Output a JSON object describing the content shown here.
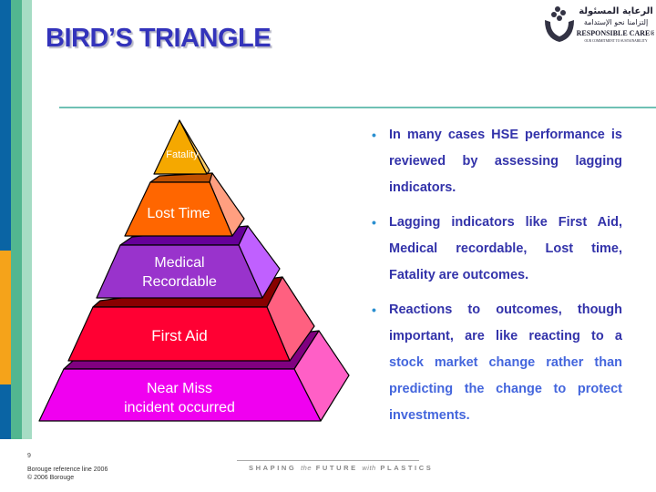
{
  "slide": {
    "title": "BIRD’S TRIANGLE",
    "page_number": "9",
    "footer_ref": "Borouge reference line 2006",
    "footer_copyright": "© 2006 Borouge",
    "tagline": {
      "w1": "SHAPING",
      "w2": "the",
      "w3": "FUTURE",
      "w4": "with",
      "w5": "PLASTICS"
    },
    "logo": {
      "arabic_line1": "الرعاية المسئولة",
      "arabic_line2": "إلتزامنا نحو الإستدامة",
      "name": "RESPONSIBLE CARE®",
      "subtitle": "OUR COMMITMENT TO SUSTAINABILITY"
    },
    "colors": {
      "title": "#3333bb",
      "body_text": "#3333aa",
      "body_text_light": "#4466dd",
      "sidebar_blue": "#0a64a4",
      "sidebar_orange": "#f5a31a",
      "sidebar_green": "#52b690",
      "sidebar_lightgreen": "#a6dcc4"
    }
  },
  "pyramid": [
    {
      "label": "Fatality",
      "color": "#f5a800"
    },
    {
      "label": "Lost Time",
      "color": "#ff6600"
    },
    {
      "label_line1": "Medical",
      "label_line2": "Recordable",
      "color": "#9933cc"
    },
    {
      "label": "First Aid",
      "color": "#ff0033"
    },
    {
      "label_line1": "Near Miss",
      "label_line2": "incident occurred",
      "color": "#f000f0"
    }
  ],
  "bullets": [
    {
      "text": "In many cases HSE performance is reviewed by assessing lagging indicators."
    },
    {
      "text": "Lagging indicators like First Aid, Medical recordable, Lost time, Fatality are outcomes."
    },
    {
      "text_a": "Reactions to outcomes, though important, are like reacting to a",
      "text_b": " stock market change rather than predicting the change to protect investments."
    }
  ]
}
